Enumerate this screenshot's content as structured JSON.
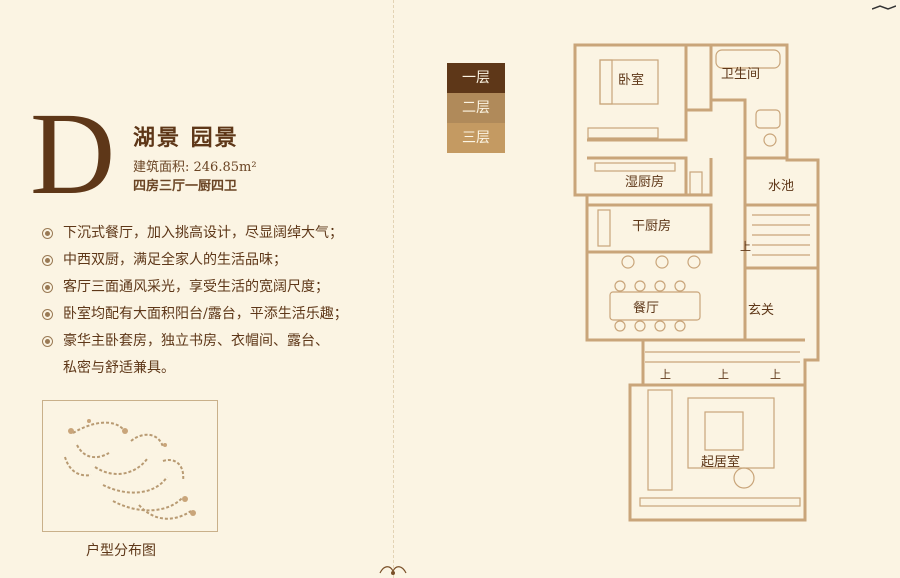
{
  "type_letter": "D",
  "title": "湖景 园景",
  "area_text": "建筑面积: 246.85m²",
  "rooms_text": "四房三厅一厨四卫",
  "features": [
    "下沉式餐厅，加入挑高设计，尽显阔绰大气；",
    "中西双厨，满足全家人的生活品味；",
    "客厅三面通风采光，享受生活的宽阔尺度；",
    "卧室均配有大面积阳台/露台，平添生活乐趣；",
    "豪华主卧套房，独立书房、衣帽间、露台、",
    "私密与舒适兼具。"
  ],
  "site_plan_caption": "户型分布图",
  "floor_tabs": [
    {
      "label": "一层",
      "color": "#5e3718"
    },
    {
      "label": "二层",
      "color": "#b08a5a"
    },
    {
      "label": "三层",
      "color": "#c49a62"
    }
  ],
  "rooms": {
    "bedroom": "卧室",
    "bathroom": "卫生间",
    "wet_kitchen": "湿厨房",
    "pool": "水池",
    "dry_kitchen": "干厨房",
    "dining": "餐厅",
    "foyer": "玄关",
    "living": "起居室"
  },
  "stair_up": "上",
  "colors": {
    "wall": "#c9a57a",
    "text": "#5e3718",
    "background": "#fbf4e3"
  }
}
